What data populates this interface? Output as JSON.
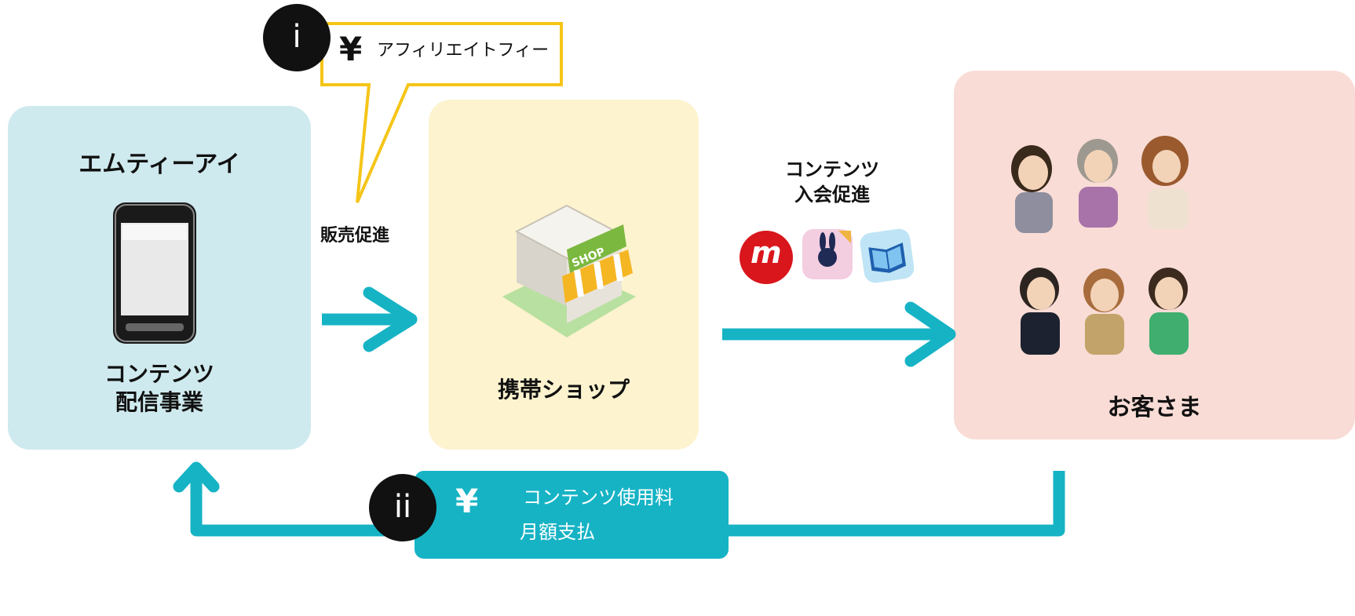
{
  "mti": {
    "title": "エムティーアイ",
    "business_line1": "コンテンツ",
    "business_line2": "配信事業"
  },
  "promotion_label": "販売促進",
  "affiliate": {
    "marker": "i",
    "yen": "¥",
    "text": "アフィリエイトフィー"
  },
  "shop": {
    "label": "携帯ショップ",
    "sign": "SHOP"
  },
  "membership": {
    "line1": "コンテンツ",
    "line2": "入会促進"
  },
  "customers": {
    "label": "お客さま"
  },
  "usage_fee": {
    "marker": "ii",
    "yen": "¥",
    "line1": "コンテンツ使用料",
    "line2": "月額支払"
  },
  "app_icons": [
    "m-icon",
    "rabbit-icon",
    "book-icon"
  ],
  "colors": {
    "arrow": "#16b3c5",
    "callout": "#f5c518",
    "mti_bg": "#cfeaee",
    "shop_bg": "#fdf3cf",
    "customers_bg": "#f9dcd6"
  }
}
